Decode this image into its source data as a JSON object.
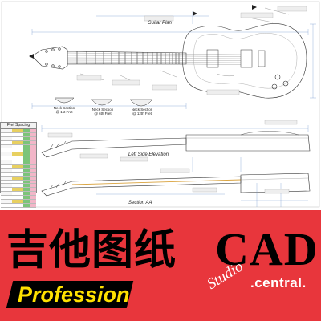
{
  "drawing": {
    "guitar_plan_label": "Guitar Plan",
    "left_side_elevation_label": "Left Side Elevation",
    "section_aa_label": "Section AA",
    "neck_sections": [
      {
        "line1": "Neck Section",
        "line2": "@ 1st Fret"
      },
      {
        "line1": "Neck Section",
        "line2": "@ 6th Fret"
      },
      {
        "line1": "Neck Section",
        "line2": "@ 12th Fret"
      }
    ],
    "fret_spacing_title": "Fret Spacing",
    "colors": {
      "line": "#333333",
      "dim_line": "#6a8fc8",
      "table_highlight": "#e8d060",
      "table_green": "#7cc47a",
      "table_pink": "#f2b6c8"
    }
  },
  "banner": {
    "chinese_title": "吉他图纸",
    "cad": "CAD",
    "profession": "Profession",
    "studio": "Studio",
    "central": ".central.",
    "colors": {
      "background": "#e8363c",
      "profession_bg": "#000000",
      "profession_text": "#ffe100",
      "studio_text": "#ffffff"
    }
  }
}
